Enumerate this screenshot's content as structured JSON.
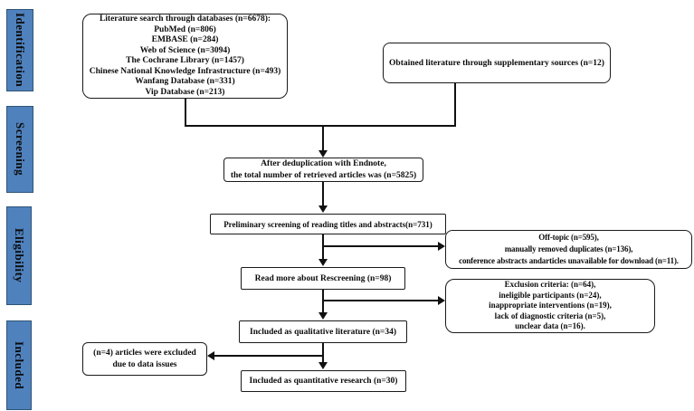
{
  "sidebar": {
    "stages": [
      {
        "label": "Identification"
      },
      {
        "label": "Screening"
      },
      {
        "label": "Eligibility"
      },
      {
        "label": "Included"
      }
    ]
  },
  "flowchart": {
    "boxes": {
      "databases": "Literature search through databases (n=6678):\nPubMed (n=806)\nEMBASE (n=284)\nWeb of Science (n=3094)\nThe Cochrane Library (n=1457)\nChinese National Knowledge Infrastructure  (n=493)\nWanfang Database (n=331)\nVip Database (n=213)",
      "supplementary": "Obtained literature through supplementary sources (n=12)",
      "deduplication": "After deduplication with Endnote,\nthe total number of retrieved articles was (n=5825)",
      "preliminary": "Preliminary screening of reading titles and abstracts(n=731)",
      "offtopic": "Off-topic (n=595),\nmanually removed duplicates (n=136),\nconference abstracts andarticles unavailable for download (n=11).",
      "rescreening": "Read more about Rescreening  (n=98)",
      "exclusion": "Exclusion criteria: (n=64),\nineligible participants (n=24),\ninappropriate interventions (n=19),\nlack of diagnostic criteria (n=5),\nunclear data (n=16).",
      "qualitative": "Included as qualitative literature  (n=34)",
      "excluded": "(n=4) articles were excluded\ndue to data issues",
      "quantitative": "Included as quantitative research  (n=30)"
    }
  },
  "colors": {
    "stage_fill": "#4F81BD",
    "stage_border": "#2F5476",
    "box_border": "#1a1a1a",
    "connector": "#111111",
    "background": "#ffffff",
    "text": "#0b0b0b"
  }
}
